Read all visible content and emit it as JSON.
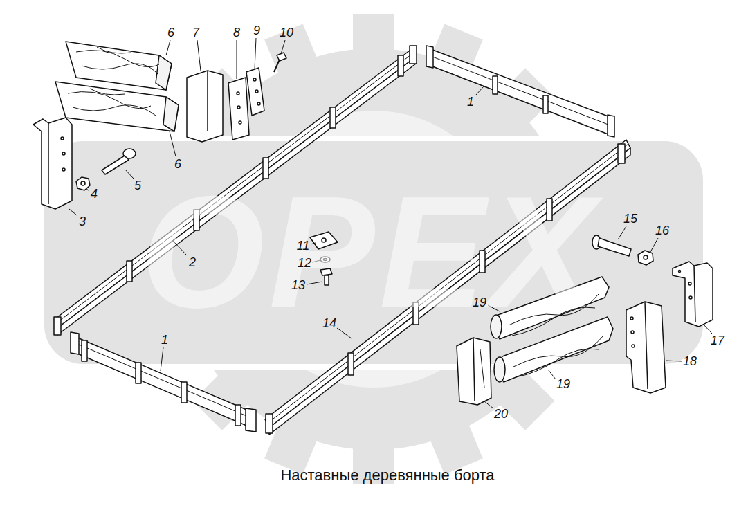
{
  "diagram": {
    "caption": "Наставные деревянные борта",
    "labels": [
      "OPEX",
      "6",
      "7",
      "8",
      "9",
      "10",
      "6",
      "1",
      "3",
      "4",
      "5",
      "2",
      "11",
      "12",
      "13",
      "1",
      "14",
      "15",
      "16",
      "19",
      "19",
      "17",
      "18",
      "20"
    ]
  }
}
